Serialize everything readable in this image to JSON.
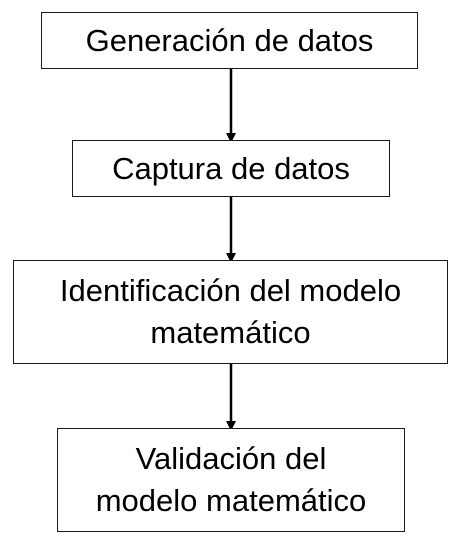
{
  "diagram": {
    "steps": [
      {
        "lines": [
          "Generación de datos"
        ]
      },
      {
        "lines": [
          "Captura de datos"
        ]
      },
      {
        "lines": [
          "Identificación del modelo",
          "matemático"
        ]
      },
      {
        "lines": [
          "Validación del",
          "modelo matemático"
        ]
      }
    ],
    "colors": {
      "border": "#1a1a1a",
      "arrow": "#000000",
      "text": "#000000",
      "background": "#ffffff"
    }
  }
}
